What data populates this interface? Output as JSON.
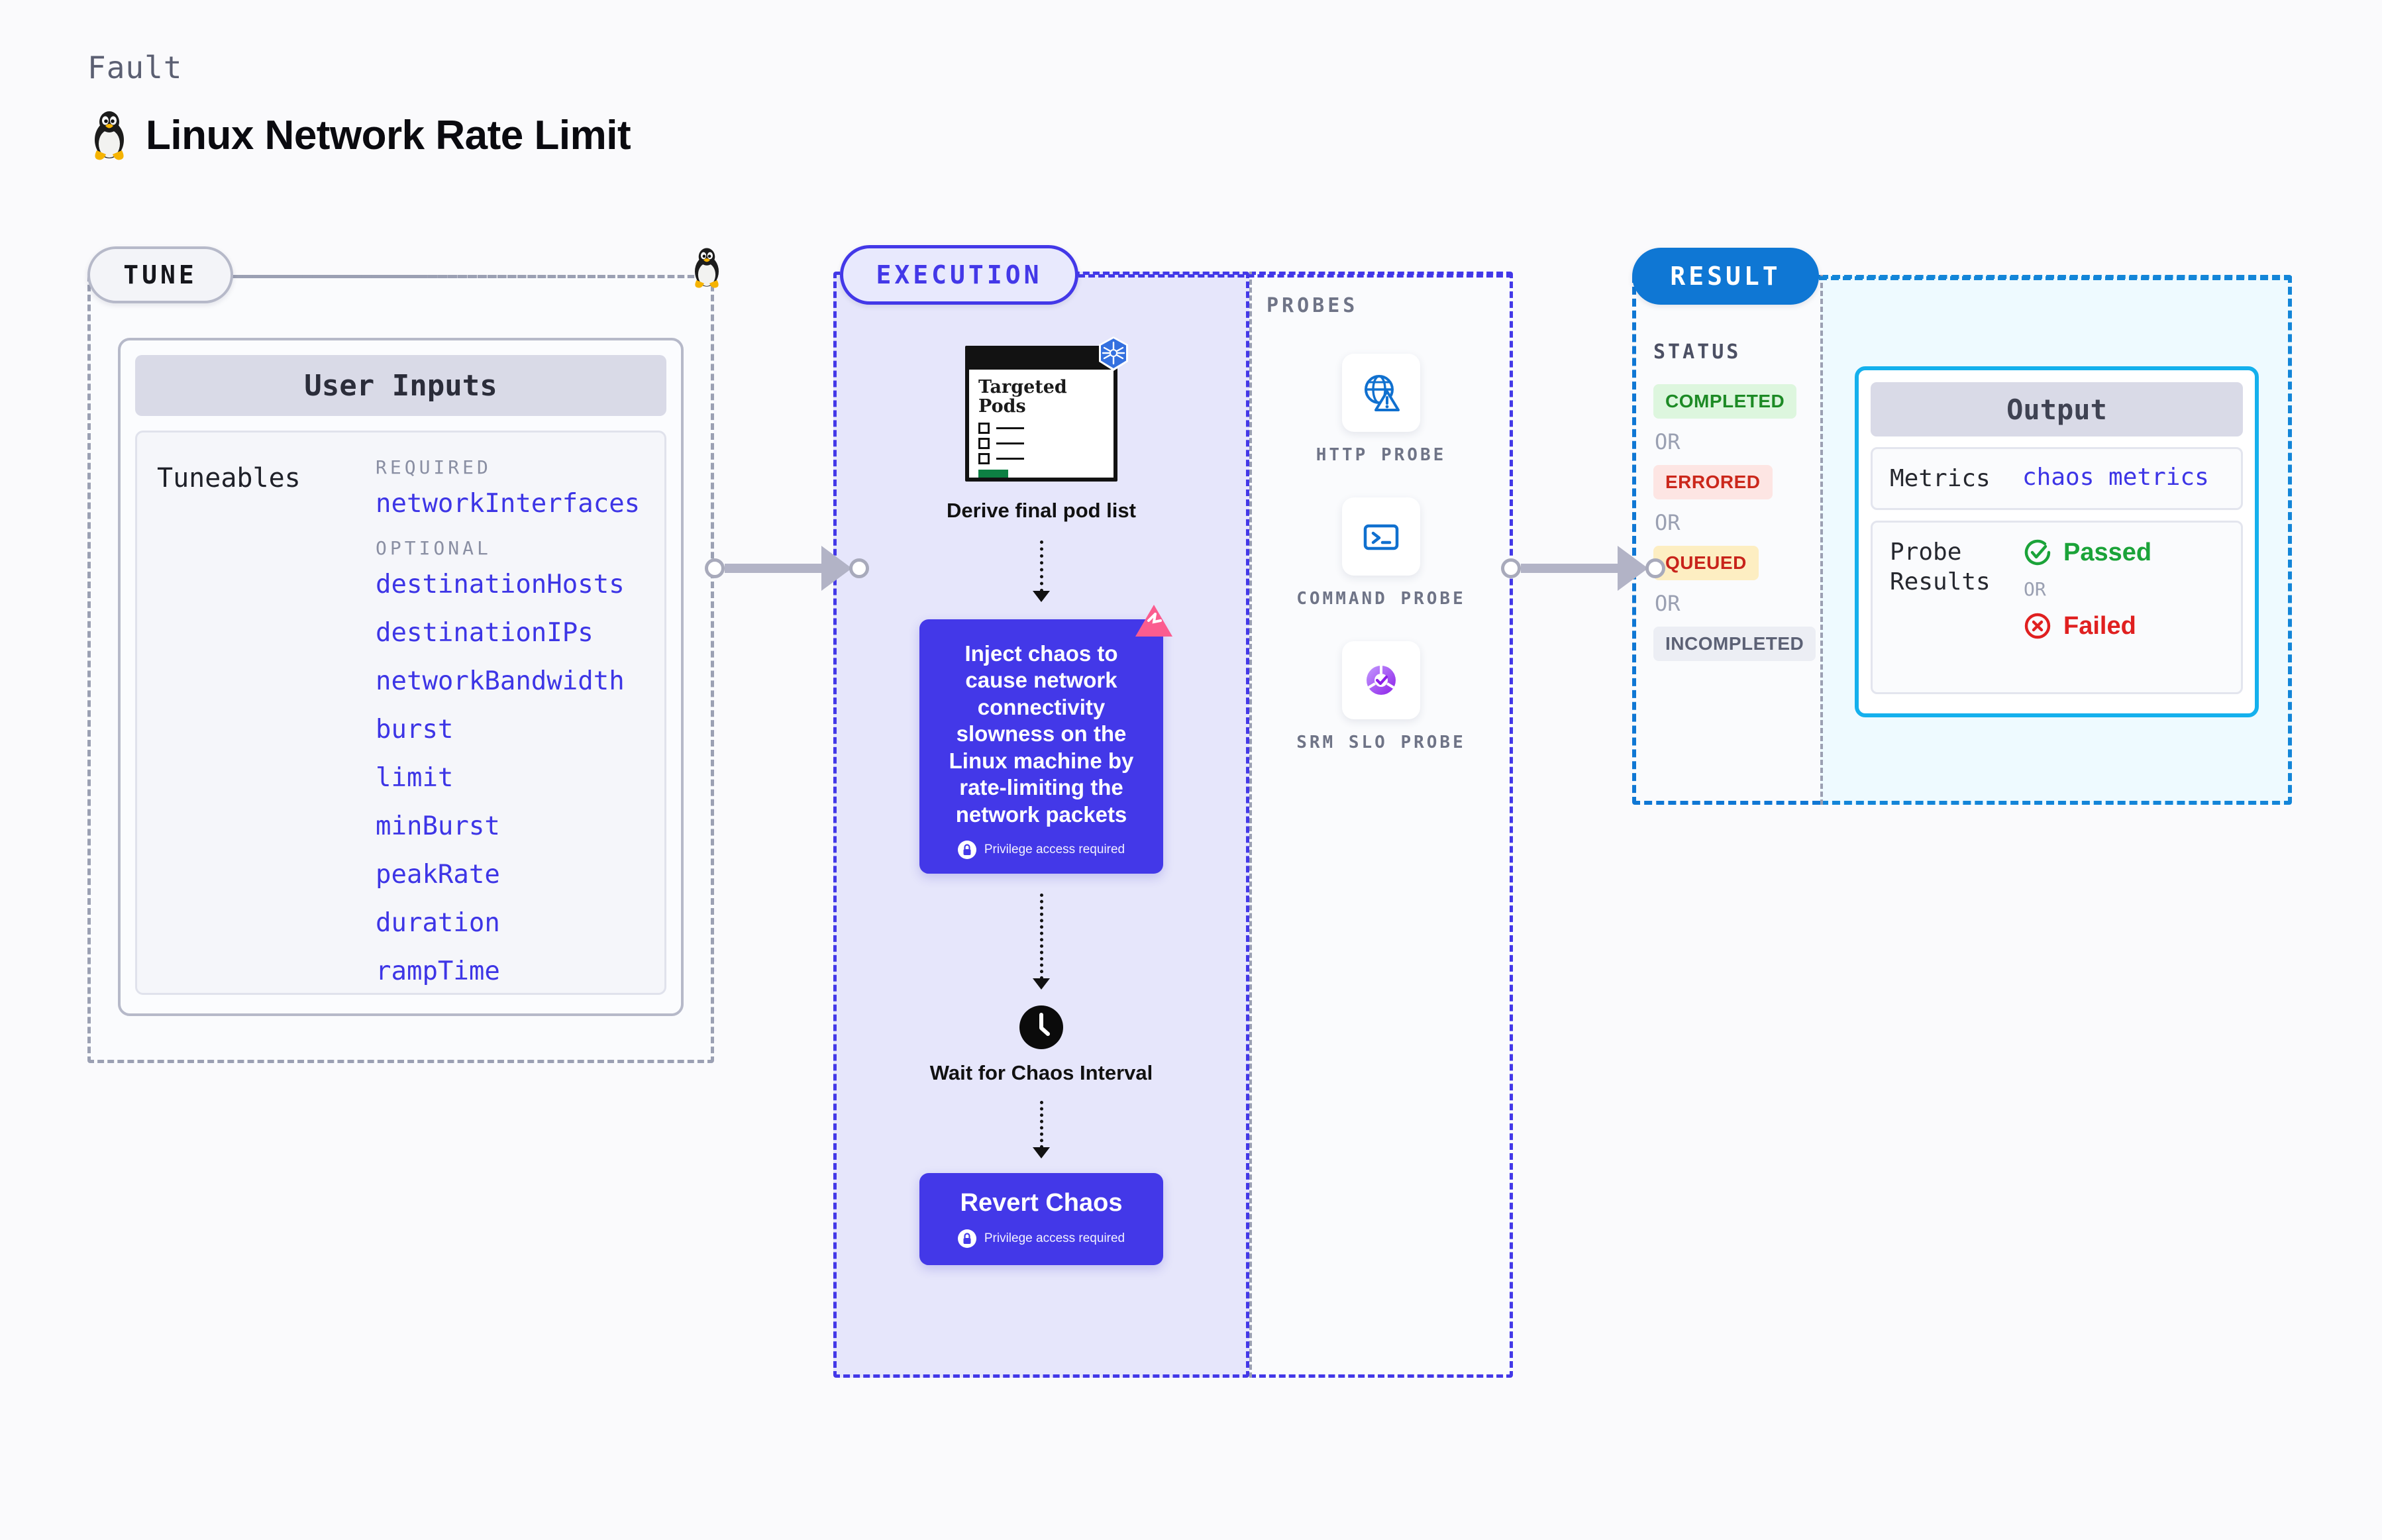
{
  "header": {
    "kicker": "Fault",
    "title": "Linux Network Rate Limit",
    "icon": "linux-tux-icon"
  },
  "tune": {
    "pill_label": "TUNE",
    "card_title": "User Inputs",
    "tuneables_label": "Tuneables",
    "groups": [
      {
        "heading": "REQUIRED",
        "items": [
          "networkInterfaces"
        ]
      },
      {
        "heading": "OPTIONAL",
        "items": [
          "destinationHosts",
          "destinationIPs",
          "networkBandwidth",
          "burst",
          "limit",
          "minBurst",
          "peakRate",
          "duration",
          "rampTime"
        ]
      }
    ]
  },
  "execution": {
    "pill_label": "EXECUTION",
    "nodes": {
      "pods": {
        "card_title": "Targeted Pods",
        "badge_icon": "kubernetes-icon",
        "caption": "Derive final pod list"
      },
      "inject": {
        "text": "Inject chaos to cause network connectivity slowness on the Linux machine by rate-limiting the network packets",
        "privilege_note": "Privilege access required",
        "badge_icon": "litmus-chaos-icon",
        "lock_icon": "lock-icon"
      },
      "wait": {
        "icon": "clock-icon",
        "caption": "Wait for Chaos Interval"
      },
      "revert": {
        "title": "Revert Chaos",
        "privilege_note": "Privilege access required",
        "lock_icon": "lock-icon"
      }
    }
  },
  "probes": {
    "heading": "PROBES",
    "items": [
      {
        "label": "HTTP PROBE",
        "icon": "globe-alert-icon"
      },
      {
        "label": "COMMAND PROBE",
        "icon": "terminal-icon"
      },
      {
        "label": "SRM SLO PROBE",
        "icon": "slo-donut-check-icon"
      }
    ]
  },
  "result": {
    "pill_label": "RESULT",
    "status_heading": "STATUS",
    "or_label": "OR",
    "statuses": [
      {
        "label": "COMPLETED",
        "style": "sb-completed"
      },
      {
        "label": "ERRORED",
        "style": "sb-errored"
      },
      {
        "label": "QUEUED",
        "style": "sb-queued"
      },
      {
        "label": "INCOMPLETED",
        "style": "sb-incompleted"
      }
    ]
  },
  "output": {
    "card_title": "Output",
    "metrics_key": "Metrics",
    "metrics_value": "chaos metrics",
    "probe_key": "Probe Results",
    "probe_pass": "Passed",
    "probe_or": "OR",
    "probe_fail": "Failed",
    "pass_icon": "check-circle-icon",
    "fail_icon": "x-circle-icon"
  },
  "colors": {
    "accent_indigo": "#4338e8",
    "accent_blue": "#0f77d4",
    "accent_cyan": "#14b0ed",
    "pass_green": "#1ba339",
    "fail_red": "#e02020",
    "muted_grey": "#9ba0b3"
  }
}
